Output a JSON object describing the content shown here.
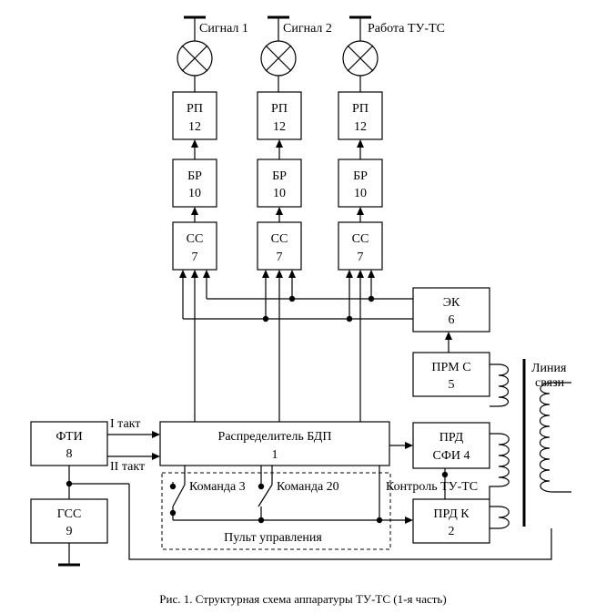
{
  "lamps": [
    {
      "label": "Сигнал 1"
    },
    {
      "label": "Сигнал 2"
    },
    {
      "label": "Работа ТУ-ТС"
    }
  ],
  "columns": [
    {
      "rp": {
        "name": "РП",
        "num": "12"
      },
      "br": {
        "name": "БР",
        "num": "10"
      },
      "ss": {
        "name": "СС",
        "num": "7"
      }
    },
    {
      "rp": {
        "name": "РП",
        "num": "12"
      },
      "br": {
        "name": "БР",
        "num": "10"
      },
      "ss": {
        "name": "СС",
        "num": "7"
      }
    },
    {
      "rp": {
        "name": "РП",
        "num": "12"
      },
      "br": {
        "name": "БР",
        "num": "10"
      },
      "ss": {
        "name": "СС",
        "num": "7"
      }
    }
  ],
  "blocks": {
    "ek": {
      "name": "ЭК",
      "num": "6"
    },
    "prm": {
      "name": "ПРМ С",
      "num": "5"
    },
    "prd_sfi": {
      "name": "ПРД",
      "num": "СФИ 4"
    },
    "prd_k": {
      "name": "ПРД К",
      "num": "2"
    },
    "fti": {
      "name": "ФТИ",
      "num": "8"
    },
    "gss": {
      "name": "ГСС",
      "num": "9"
    },
    "distributor": {
      "name": "Распределитель БДП",
      "num": "1"
    }
  },
  "labels": {
    "line": "Линия",
    "line2": "связи",
    "tact1": "I такт",
    "tact2": "II такт",
    "cmd3": "Команда 3",
    "cmd20": "Команда 20",
    "control": "Контроль ТУ-ТС",
    "panel": "Пульт управления"
  },
  "caption": "Рис. 1. Структурная схема аппаратуры ТУ-ТС (1-я часть)"
}
